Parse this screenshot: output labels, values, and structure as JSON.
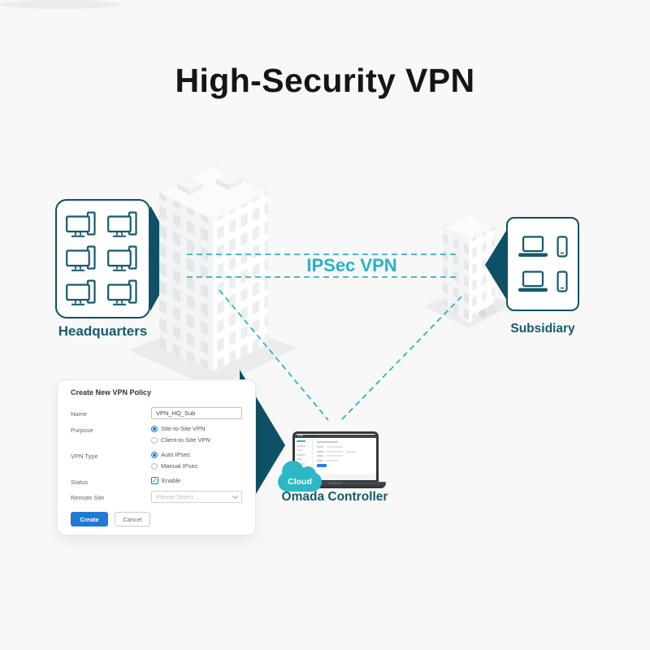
{
  "title": "High-Security VPN",
  "colors": {
    "background": "#f8f8f8",
    "dark_teal_arrow": "#0e5065",
    "accent_teal": "#2db7c5",
    "label_teal": "#175a6e",
    "action_blue": "#1f7ad4"
  },
  "headquarters": {
    "label": "Headquarters",
    "device_icon": "desktop-computer-icon",
    "device_count": 6
  },
  "subsidiary": {
    "label": "Subsidiary",
    "device_icons": [
      "laptop-icon",
      "smartphone-icon",
      "laptop-icon",
      "smartphone-icon"
    ]
  },
  "vpn_link": {
    "label": "IPSec VPN",
    "style": "dashed-teal-lines"
  },
  "controller": {
    "label": "Omada Controller",
    "badge": "Cloud"
  },
  "dialog": {
    "title": "Create New VPN Policy",
    "fields": [
      {
        "label": "Name",
        "type": "text",
        "value": "VPN_HQ_Sub"
      },
      {
        "label": "Purpose",
        "type": "radio",
        "options": [
          {
            "label": "Site-to-Site VPN",
            "selected": true
          },
          {
            "label": "Client-to-Site VPN",
            "selected": false
          }
        ]
      },
      {
        "label": "VPN Type",
        "type": "radio",
        "options": [
          {
            "label": "Auto IPsec",
            "selected": true
          },
          {
            "label": "Manual IPsec",
            "selected": false
          }
        ]
      },
      {
        "label": "Status",
        "type": "checkbox",
        "options": [
          {
            "label": "Enable",
            "checked": true
          }
        ]
      },
      {
        "label": "Remote Site",
        "type": "select",
        "value": "Please Select..."
      }
    ],
    "buttons": [
      {
        "label": "Create",
        "primary": true
      },
      {
        "label": "Cancel",
        "primary": false
      }
    ],
    "check_glyph": "✓"
  }
}
